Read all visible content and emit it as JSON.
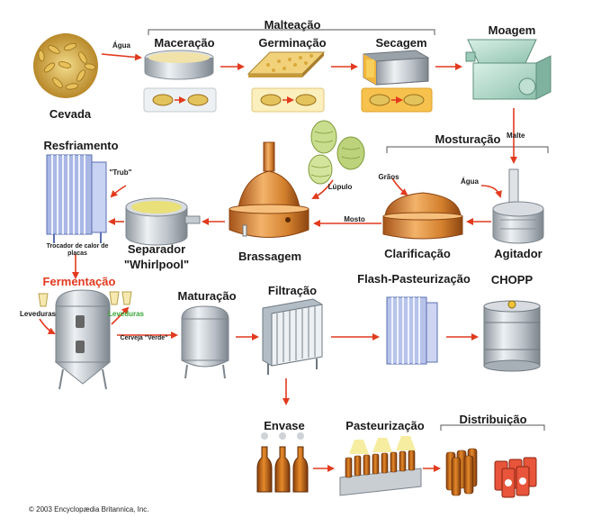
{
  "labels": {
    "malteacao": "Malteação",
    "agua_1": "Água",
    "maceracao": "Maceração",
    "germinacao": "Germinação",
    "secagem": "Secagem",
    "moagem": "Moagem",
    "cevada": "Cevada",
    "resfriamento": "Resfriamento",
    "mosturacao": "Mosturação",
    "malte": "Malte",
    "trub": "\"Trub\"",
    "lupulo": "Lúpulo",
    "graos": "Grãos",
    "agua_2": "Água",
    "mosto": "Mosto",
    "trocador": "Trocador de calor de placas",
    "separador": "Separador",
    "whirlpool": "\"Whirlpool\"",
    "brassagem": "Brassagem",
    "clarificacao": "Clarificação",
    "agitador": "Agitador",
    "fermentacao": "Fermentação",
    "leveduras_1": "Leveduras",
    "leveduras_2": "Leveduras",
    "cerveja_verde": "Cerveja \"Verde\"",
    "maturacao": "Maturação",
    "filtracao": "Filtração",
    "flash": "Flash-Pasteurização",
    "chopp": "CHOPP",
    "envase": "Envase",
    "pasteurizacao": "Pasteurização",
    "distribuicao": "Distribuição"
  },
  "copyright": "© 2003 Encyclopædia Britannica, Inc.",
  "colors": {
    "arrow": "#e23a1e",
    "copper": "#d9862e",
    "steel": "#c9ced3",
    "barley": "#d8b24a",
    "malt_bg": "#f4d27a",
    "amber": "#c9731c"
  }
}
